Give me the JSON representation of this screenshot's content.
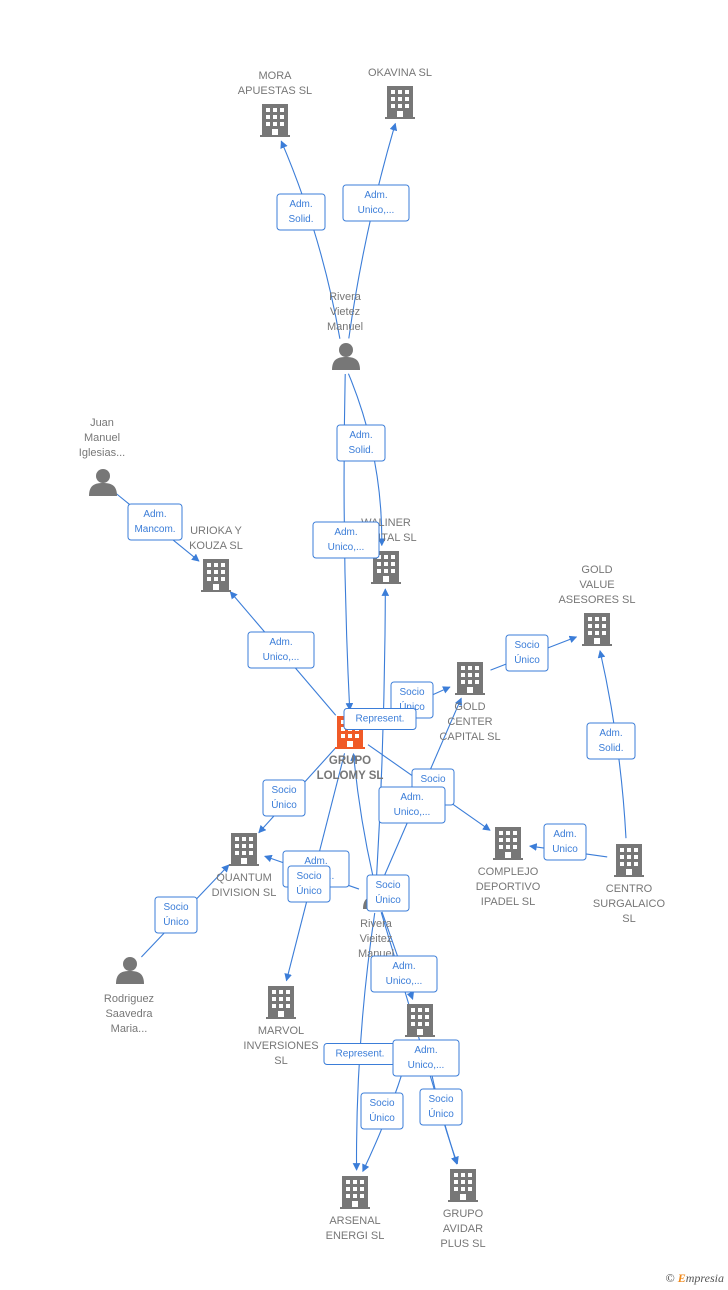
{
  "colors": {
    "edge": "#3b7dd8",
    "node": "#777777",
    "main_node": "#f05a28"
  },
  "nodes": [
    {
      "id": "mora",
      "type": "company",
      "lines": [
        "MORA",
        "APUESTAS SL"
      ],
      "label_pos": "above"
    },
    {
      "id": "okavina",
      "type": "company",
      "lines": [
        "OKAVINA  SL"
      ],
      "label_pos": "above"
    },
    {
      "id": "rivera1",
      "type": "person",
      "lines": [
        "Rivera",
        "Vietez",
        "Manuel"
      ],
      "label_pos": "above"
    },
    {
      "id": "juan",
      "type": "person",
      "lines": [
        "Juan",
        "Manuel",
        "Iglesias..."
      ],
      "label_pos": "above"
    },
    {
      "id": "urioka",
      "type": "company",
      "lines": [
        "URIOKA Y",
        "KOUZA  SL"
      ],
      "label_pos": "above"
    },
    {
      "id": "waliner",
      "type": "company",
      "lines": [
        "WALINER",
        "CAPITAL  SL"
      ],
      "label_pos": "above"
    },
    {
      "id": "goldvalue",
      "type": "company",
      "lines": [
        "GOLD",
        "VALUE",
        "ASESORES  SL"
      ],
      "label_pos": "above"
    },
    {
      "id": "goldcenter",
      "type": "company",
      "lines": [
        "GOLD",
        "CENTER",
        "CAPITAL SL"
      ],
      "label_pos": "below"
    },
    {
      "id": "main",
      "type": "company-main",
      "lines": [
        "GRUPO",
        "LOLOMY  SL"
      ],
      "label_pos": "below"
    },
    {
      "id": "complejo",
      "type": "company",
      "lines": [
        "COMPLEJO",
        "DEPORTIVO",
        "IPADEL  SL"
      ],
      "label_pos": "below"
    },
    {
      "id": "centro",
      "type": "company",
      "lines": [
        "CENTRO",
        "SURGALAICO",
        "SL"
      ],
      "label_pos": "below"
    },
    {
      "id": "quantum",
      "type": "company",
      "lines": [
        "QUANTUM",
        "DIVISION  SL"
      ],
      "label_pos": "below"
    },
    {
      "id": "rivera2",
      "type": "person",
      "lines": [
        "Rivera",
        "Vieitez",
        "Manuel"
      ],
      "label_pos": "below"
    },
    {
      "id": "rodriguez",
      "type": "person",
      "lines": [
        "Rodriguez",
        "Saavedra",
        "Maria..."
      ],
      "label_pos": "below"
    },
    {
      "id": "marvol",
      "type": "company",
      "lines": [
        "MARVOL",
        "INVERSIONES",
        "SL"
      ],
      "label_pos": "below"
    },
    {
      "id": "unnamed",
      "type": "company",
      "lines": [],
      "label_pos": "below"
    },
    {
      "id": "arsenal",
      "type": "company",
      "lines": [
        "ARSENAL",
        "ENERGI  SL"
      ],
      "label_pos": "below"
    },
    {
      "id": "avidar",
      "type": "company",
      "lines": [
        "GRUPO",
        "AVIDAR",
        "PLUS SL"
      ],
      "label_pos": "below"
    }
  ],
  "edges": [
    {
      "from": "rivera1",
      "to": "mora",
      "label": [
        "Adm.",
        "Solid."
      ]
    },
    {
      "from": "rivera1",
      "to": "okavina",
      "label": [
        "Adm.",
        "Unico,..."
      ]
    },
    {
      "from": "rivera1",
      "to": "waliner",
      "label": [
        "Adm.",
        "Solid."
      ]
    },
    {
      "from": "rivera1",
      "to": "main",
      "label": [
        "Adm.",
        "Unico,..."
      ]
    },
    {
      "from": "juan",
      "to": "urioka",
      "label": [
        "Adm.",
        "Mancom."
      ]
    },
    {
      "from": "main",
      "to": "urioka",
      "label": [
        "Adm.",
        "Unico,..."
      ]
    },
    {
      "from": "main",
      "to": "goldcenter",
      "label": [
        "Socio",
        "Único"
      ]
    },
    {
      "from": "goldcenter",
      "to": "goldvalue",
      "label": [
        "Socio",
        "Único"
      ]
    },
    {
      "from": "rivera2",
      "to": "main",
      "label": [
        "Represent."
      ]
    },
    {
      "from": "main",
      "to": "complejo",
      "label": [
        "Socio",
        "Único"
      ]
    },
    {
      "from": "rivera2",
      "to": "goldcenter",
      "label": [
        "Adm.",
        "Unico,..."
      ]
    },
    {
      "from": "centro",
      "to": "goldvalue",
      "label": [
        "Adm.",
        "Solid."
      ]
    },
    {
      "from": "centro",
      "to": "complejo",
      "label": [
        "Adm.",
        "Unico"
      ]
    },
    {
      "from": "main",
      "to": "quantum",
      "label": [
        "Socio",
        "Único"
      ]
    },
    {
      "from": "rivera2",
      "to": "quantum",
      "label": [
        "Adm.",
        "Unico,..."
      ]
    },
    {
      "from": "rodriguez",
      "to": "quantum",
      "label": [
        "Socio",
        "Único"
      ]
    },
    {
      "from": "main",
      "to": "marvol",
      "label": [
        "Socio",
        "Único"
      ]
    },
    {
      "from": "rivera2",
      "to": "waliner",
      "label": [
        "Socio",
        "Único"
      ]
    },
    {
      "from": "rivera2",
      "to": "unnamed",
      "label": [
        "Adm.",
        "Unico,..."
      ]
    },
    {
      "from": "rivera2",
      "to": "arsenal",
      "label": [
        "Represent."
      ]
    },
    {
      "from": "rivera2",
      "to": "avidar",
      "label": [
        "Adm.",
        "Unico,..."
      ]
    },
    {
      "from": "unnamed",
      "to": "arsenal",
      "label": [
        "Socio",
        "Único"
      ]
    },
    {
      "from": "unnamed",
      "to": "avidar",
      "label": [
        "Socio",
        "Único"
      ]
    }
  ],
  "brand": {
    "symbol": "©",
    "initial": "E",
    "rest": "mpresia"
  }
}
